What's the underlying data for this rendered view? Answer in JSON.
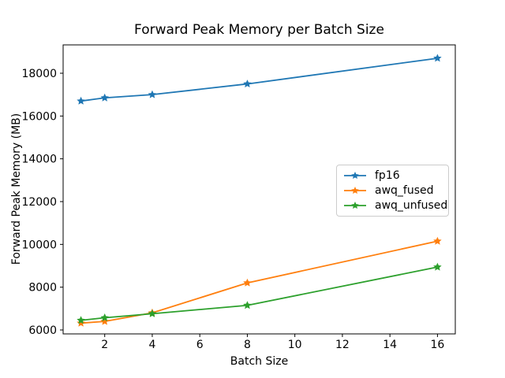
{
  "chart_data": {
    "type": "line",
    "title": "Forward Peak Memory per Batch Size",
    "xlabel": "Batch Size",
    "ylabel": "Forward Peak Memory (MB)",
    "x": [
      1,
      2,
      4,
      8,
      16
    ],
    "series": [
      {
        "name": "fp16",
        "color": "#1f77b4",
        "values": [
          16700,
          16850,
          17000,
          17500,
          18700
        ]
      },
      {
        "name": "awq_fused",
        "color": "#ff7f0e",
        "values": [
          6320,
          6400,
          6800,
          8200,
          10150
        ]
      },
      {
        "name": "awq_unfused",
        "color": "#2ca02c",
        "values": [
          6450,
          6570,
          6760,
          7150,
          8940
        ]
      }
    ],
    "xticks": [
      2,
      4,
      6,
      8,
      10,
      12,
      14,
      16
    ],
    "yticks": [
      6000,
      8000,
      10000,
      12000,
      14000,
      16000,
      18000
    ],
    "xlim": [
      0.25,
      16.75
    ],
    "ylim": [
      5816,
      19325
    ],
    "marker": "star",
    "grid": false,
    "legend": {
      "position": "center-right",
      "entries": [
        "fp16",
        "awq_fused",
        "awq_unfused"
      ],
      "border_color": "#cccccc"
    },
    "colors": {
      "spine": "#000000",
      "text": "#000000",
      "background": "#ffffff"
    }
  }
}
